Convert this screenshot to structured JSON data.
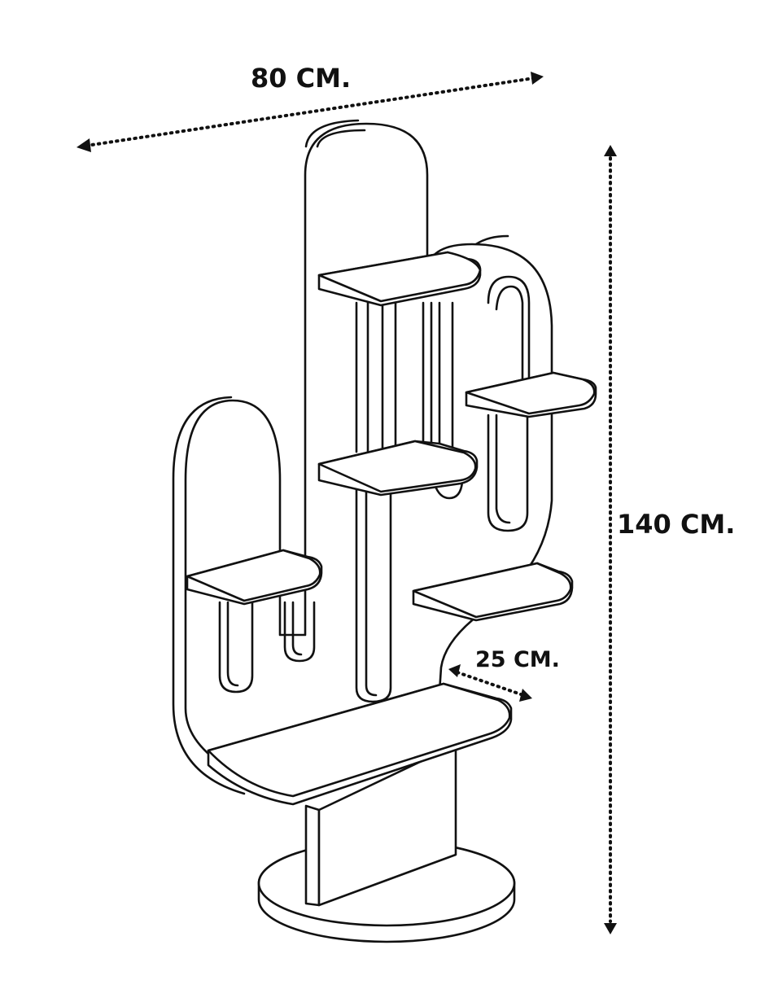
{
  "dimensions": {
    "width": "80 CM.",
    "height": "140 CM.",
    "depth": "25 CM."
  },
  "colors": {
    "ink": "#111111",
    "background": "#ffffff"
  }
}
